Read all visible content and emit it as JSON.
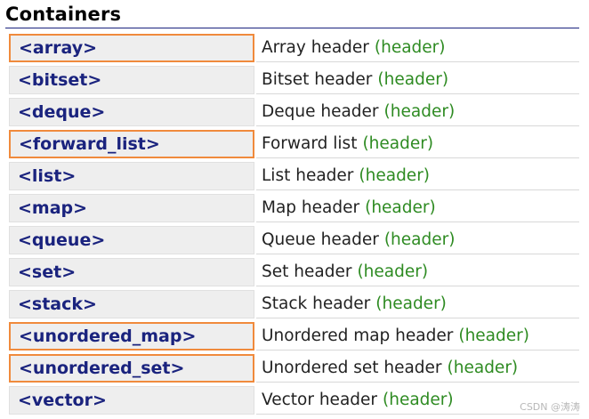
{
  "page": {
    "title": "Containers"
  },
  "colors": {
    "header_link": "#1a237e",
    "tag_green": "#2e8b22",
    "highlight_border": "#f08a3c",
    "key_bg": "#eeeeee"
  },
  "rows": [
    {
      "header": "<array>",
      "description": "Array header",
      "tag": "(header)",
      "highlighted": true
    },
    {
      "header": "<bitset>",
      "description": "Bitset header",
      "tag": "(header)",
      "highlighted": false
    },
    {
      "header": "<deque>",
      "description": "Deque header",
      "tag": "(header)",
      "highlighted": false
    },
    {
      "header": "<forward_list>",
      "description": "Forward list",
      "tag": "(header)",
      "highlighted": true
    },
    {
      "header": "<list>",
      "description": "List header",
      "tag": "(header)",
      "highlighted": false
    },
    {
      "header": "<map>",
      "description": "Map header",
      "tag": "(header)",
      "highlighted": false
    },
    {
      "header": "<queue>",
      "description": "Queue header",
      "tag": "(header)",
      "highlighted": false
    },
    {
      "header": "<set>",
      "description": "Set header",
      "tag": "(header)",
      "highlighted": false
    },
    {
      "header": "<stack>",
      "description": "Stack header",
      "tag": "(header)",
      "highlighted": false
    },
    {
      "header": "<unordered_map>",
      "description": "Unordered map header",
      "tag": "(header)",
      "highlighted": true
    },
    {
      "header": "<unordered_set>",
      "description": "Unordered set header",
      "tag": "(header)",
      "highlighted": true
    },
    {
      "header": "<vector>",
      "description": "Vector header",
      "tag": "(header)",
      "highlighted": false
    }
  ],
  "watermark": "CSDN @涛涛"
}
